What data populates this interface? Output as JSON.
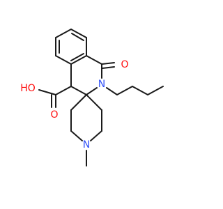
{
  "molecule": {
    "atoms": {
      "O_carbonyl": {
        "label": "O",
        "color": "#ff0d0d"
      },
      "O_hydroxyl": {
        "label": "HO",
        "color": "#ff0d0d"
      },
      "O_acid": {
        "label": "O",
        "color": "#ff0d0d"
      },
      "N_lactam": {
        "label": "N",
        "color": "#3050f8"
      },
      "N_piperidine": {
        "label": "N",
        "color": "#3050f8"
      }
    },
    "bond_color": "#1a1a1a"
  }
}
